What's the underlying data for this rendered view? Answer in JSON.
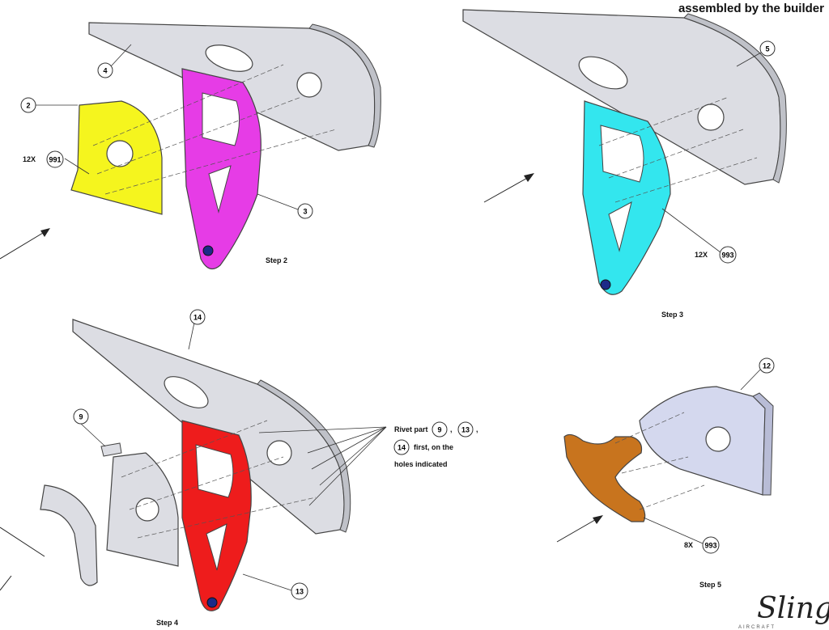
{
  "header": {
    "title": "assembled by the builder"
  },
  "colors": {
    "part_yellow": "#f5f51e",
    "part_magenta": "#e63ce6",
    "part_cyan": "#33e6ee",
    "part_red": "#ee1c1c",
    "part_orange": "#c8741e",
    "part_grey": "#dcdde3",
    "part_lavender": "#d4d8ee"
  },
  "steps": {
    "step2": {
      "label": "Step 2",
      "balloons": {
        "b4": "4",
        "b2": "2",
        "b3": "3",
        "b991": "991"
      },
      "qty": "12X"
    },
    "step3": {
      "label": "Step 3",
      "balloons": {
        "b5": "5",
        "b993": "993"
      },
      "qty": "12X"
    },
    "step4": {
      "label": "Step 4",
      "balloons": {
        "b14": "14",
        "b9": "9",
        "b13": "13"
      }
    },
    "step5": {
      "label": "Step 5",
      "balloons": {
        "b12": "12",
        "b993": "993"
      },
      "qty": "8X"
    }
  },
  "note": {
    "rivet_part": "Rivet part",
    "b9": "9",
    "b13": "13",
    "b14": "14",
    "first_text": "first, on the",
    "holes_text": "holes indicated"
  },
  "logo": {
    "name": "Sling",
    "sub": "AIRCRAFT"
  }
}
